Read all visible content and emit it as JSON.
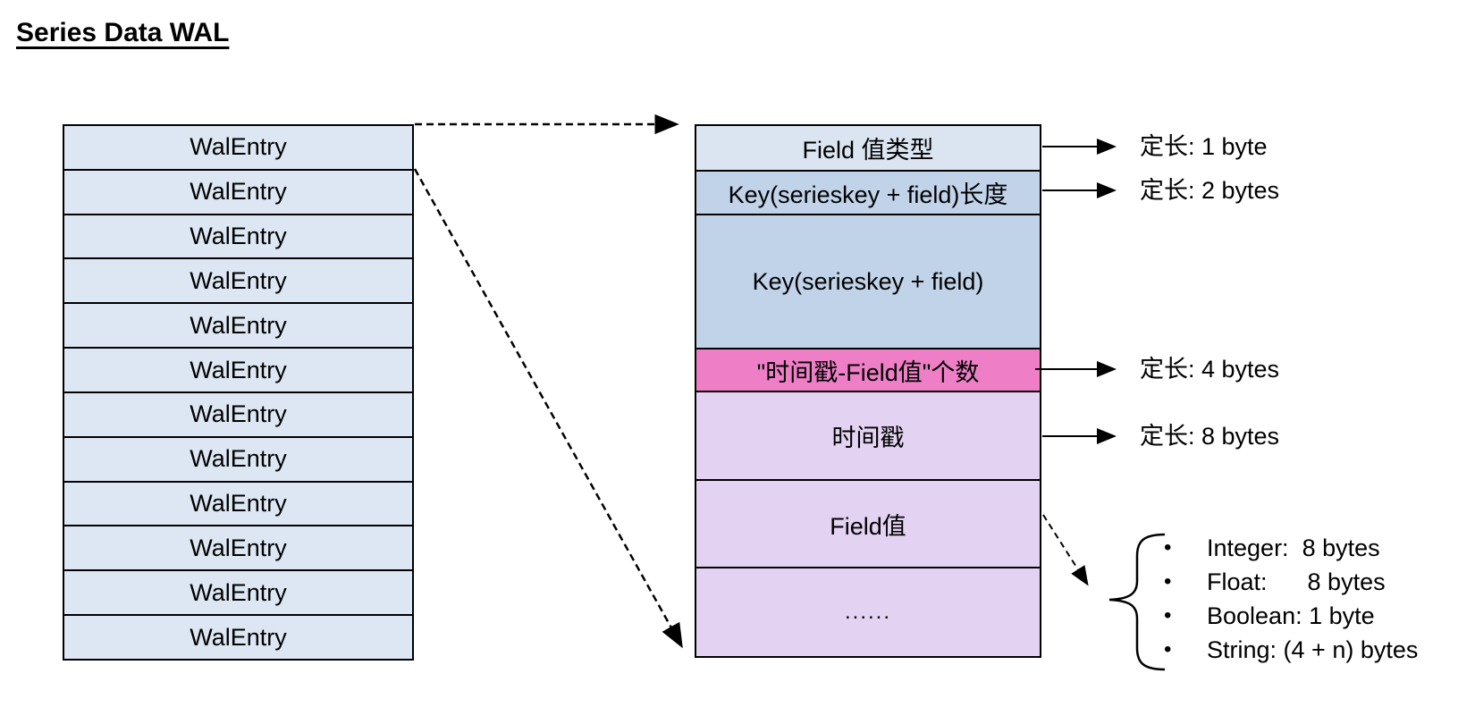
{
  "title": "Series Data WAL",
  "wal_stack": {
    "entries": [
      "WalEntry",
      "WalEntry",
      "WalEntry",
      "WalEntry",
      "WalEntry",
      "WalEntry",
      "WalEntry",
      "WalEntry",
      "WalEntry",
      "WalEntry",
      "WalEntry",
      "WalEntry"
    ]
  },
  "entry_structure": {
    "rows": [
      {
        "label": "Field 值类型"
      },
      {
        "label": "Key(serieskey + field)长度"
      },
      {
        "label": "Key(serieskey + field)"
      },
      {
        "label": "\"时间戳-Field值\"个数"
      },
      {
        "label": "时间戳"
      },
      {
        "label": "Field值"
      },
      {
        "label": "......"
      }
    ]
  },
  "annotations": [
    {
      "label": "定长: 1 byte"
    },
    {
      "label": "定长: 2 bytes"
    },
    {
      "label": "定长: 4 bytes"
    },
    {
      "label": "定长: 8 bytes"
    }
  ],
  "value_sizes": {
    "bullet_glyph": "•",
    "items": [
      "Integer:  8 bytes",
      "Float:      8 bytes",
      "Boolean: 1 byte",
      "String: (4 + n) bytes"
    ]
  },
  "colors": {
    "wal_entry_fill": "#dde7f3",
    "field_type_fill": "#dbe5f2",
    "key_fill": "#c1d3e9",
    "count_fill": "#ee7fc6",
    "value_fill": "#e3d2f1",
    "border": "#000000"
  }
}
